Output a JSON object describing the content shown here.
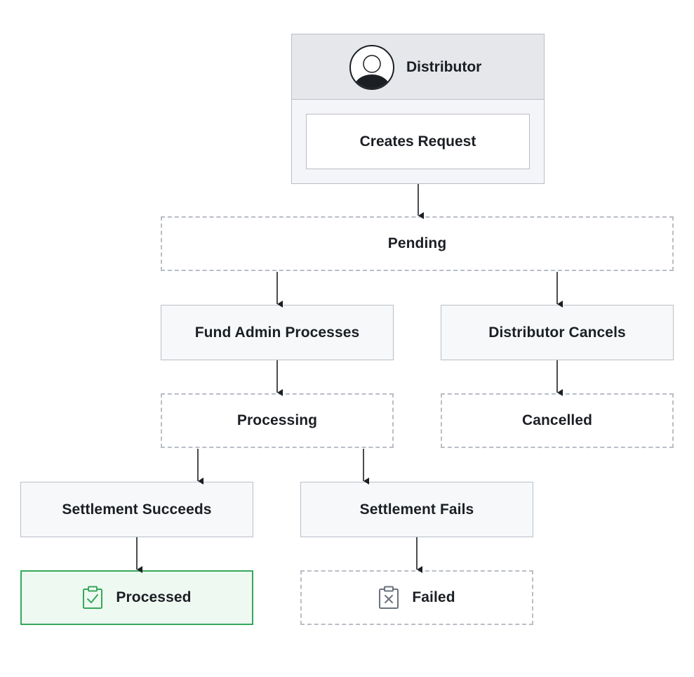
{
  "actor": {
    "name": "Distributor",
    "icon": "user-avatar-icon",
    "action": "Creates Request"
  },
  "states": {
    "pending": "Pending",
    "processing": "Processing",
    "cancelled": "Cancelled",
    "processed": "Processed",
    "failed": "Failed"
  },
  "actions": {
    "fund_admin_processes": "Fund Admin Processes",
    "distributor_cancels": "Distributor Cancels",
    "settlement_succeeds": "Settlement Succeeds",
    "settlement_fails": "Settlement Fails"
  },
  "icons": {
    "processed": "clipboard-check-icon",
    "failed": "clipboard-x-icon"
  },
  "colors": {
    "success_border": "#35a85a",
    "success_fill": "#eef9f1",
    "neutral_border": "#b9bec6",
    "arrow": "#1b1f24"
  }
}
